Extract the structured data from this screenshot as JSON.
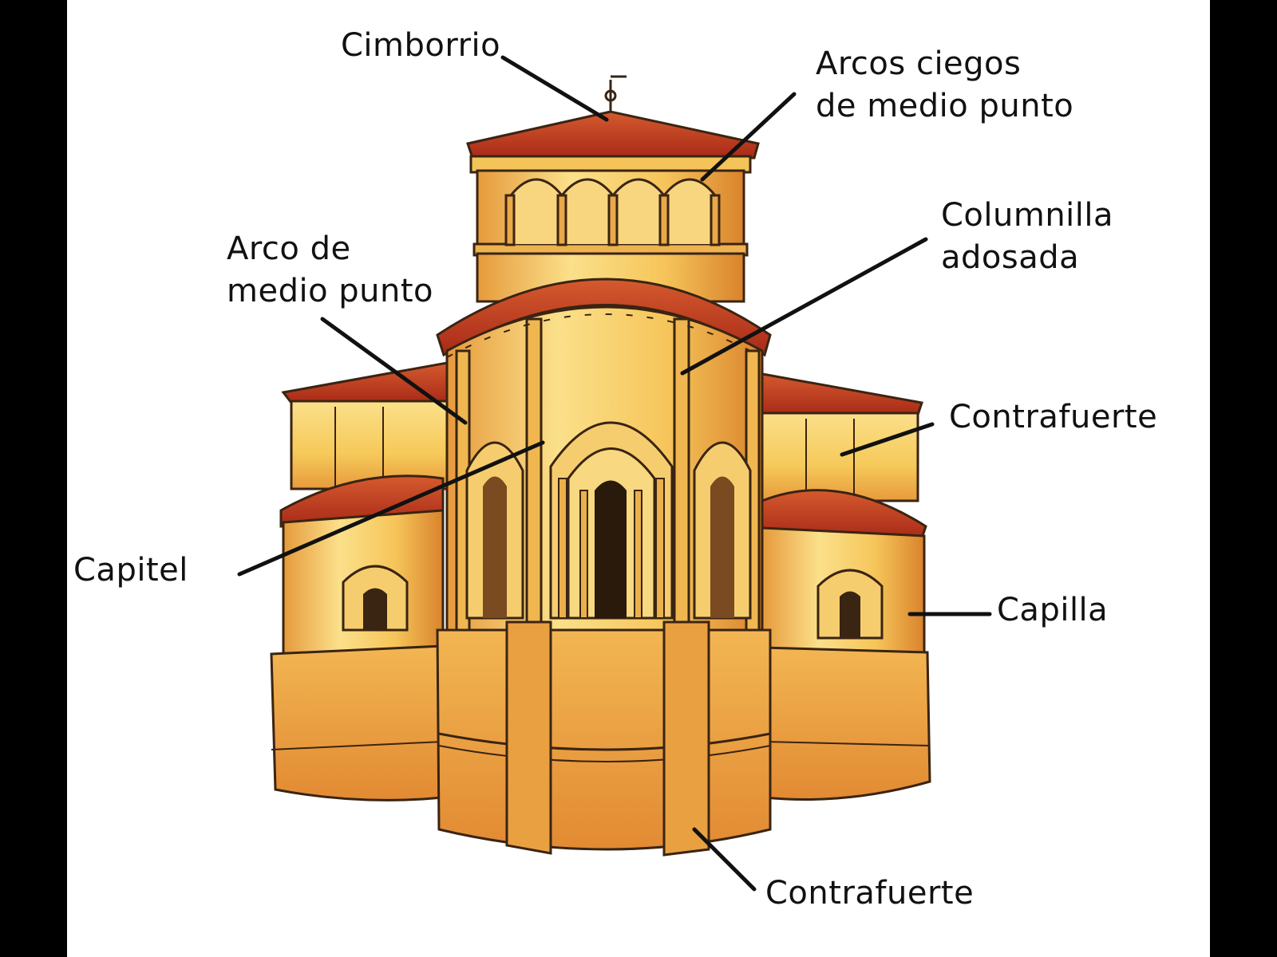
{
  "diagram": {
    "labels": {
      "cimborrio": "Cimborrio",
      "arcos_ciegos": [
        "Arcos ciegos",
        "de medio punto"
      ],
      "columnilla": [
        "Columnilla",
        "adosada"
      ],
      "arco_medio_punto": [
        "Arco de",
        "medio punto"
      ],
      "contrafuerte_upper": "Contrafuerte",
      "capitel": "Capitel",
      "capilla": "Capilla",
      "contrafuerte_lower": "Contrafuerte"
    },
    "colors": {
      "background": "#000000",
      "board": "#ffffff",
      "stone_light": "#f9d870",
      "stone_mid": "#efb44a",
      "stone_dark": "#d8872e",
      "roof": "#b8321f",
      "roof_light": "#d4552c",
      "outline": "#3a2412",
      "shadow": "#9a4a1a",
      "leader_line": "#111111"
    }
  }
}
